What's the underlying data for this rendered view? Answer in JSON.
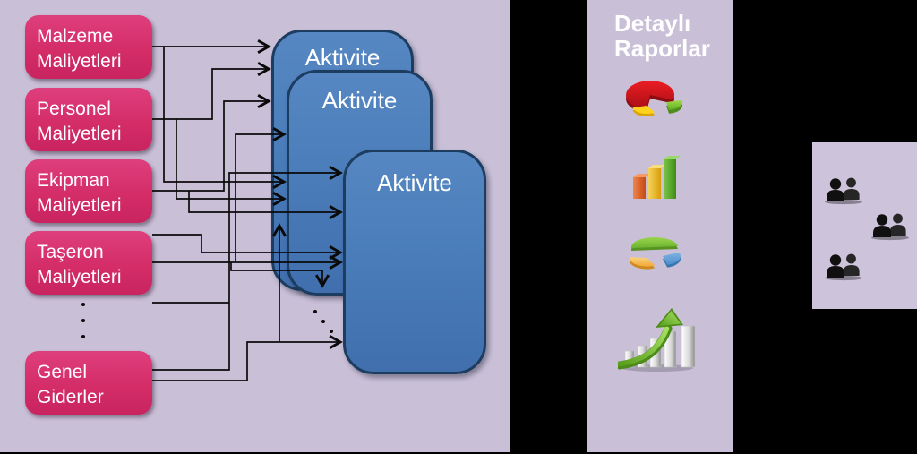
{
  "colors": {
    "background": "#000000",
    "panel": "#c9c0d8",
    "cost_box_pink": "#d42d68",
    "activity_blue": "#4a7db9",
    "activity_border": "#1c3c60",
    "connector": "#0a0a0a",
    "text": "#ffffff"
  },
  "cost_boxes": [
    {
      "line1": "Malzeme",
      "line2": "Maliyetleri"
    },
    {
      "line1": "Personel",
      "line2": "Maliyetleri"
    },
    {
      "line1": "Ekipman",
      "line2": "Maliyetleri"
    },
    {
      "line1": "Taşeron",
      "line2": "Maliyetleri"
    },
    {
      "line1": "Genel",
      "line2": "Giderler"
    }
  ],
  "activities": [
    {
      "label": "Aktivite"
    },
    {
      "label": "Aktivite"
    },
    {
      "label": "Aktivite"
    }
  ],
  "reports": {
    "title_line1": "Detaylı",
    "title_line2": "Raporlar",
    "icons": [
      "pie-chart-3d-red-icon",
      "bar-chart-3d-icon",
      "pie-chart-3d-exploded-icon",
      "growth-arrow-chart-icon"
    ]
  },
  "people": {
    "groups": [
      "people-pair",
      "people-pair",
      "people-pair"
    ]
  }
}
